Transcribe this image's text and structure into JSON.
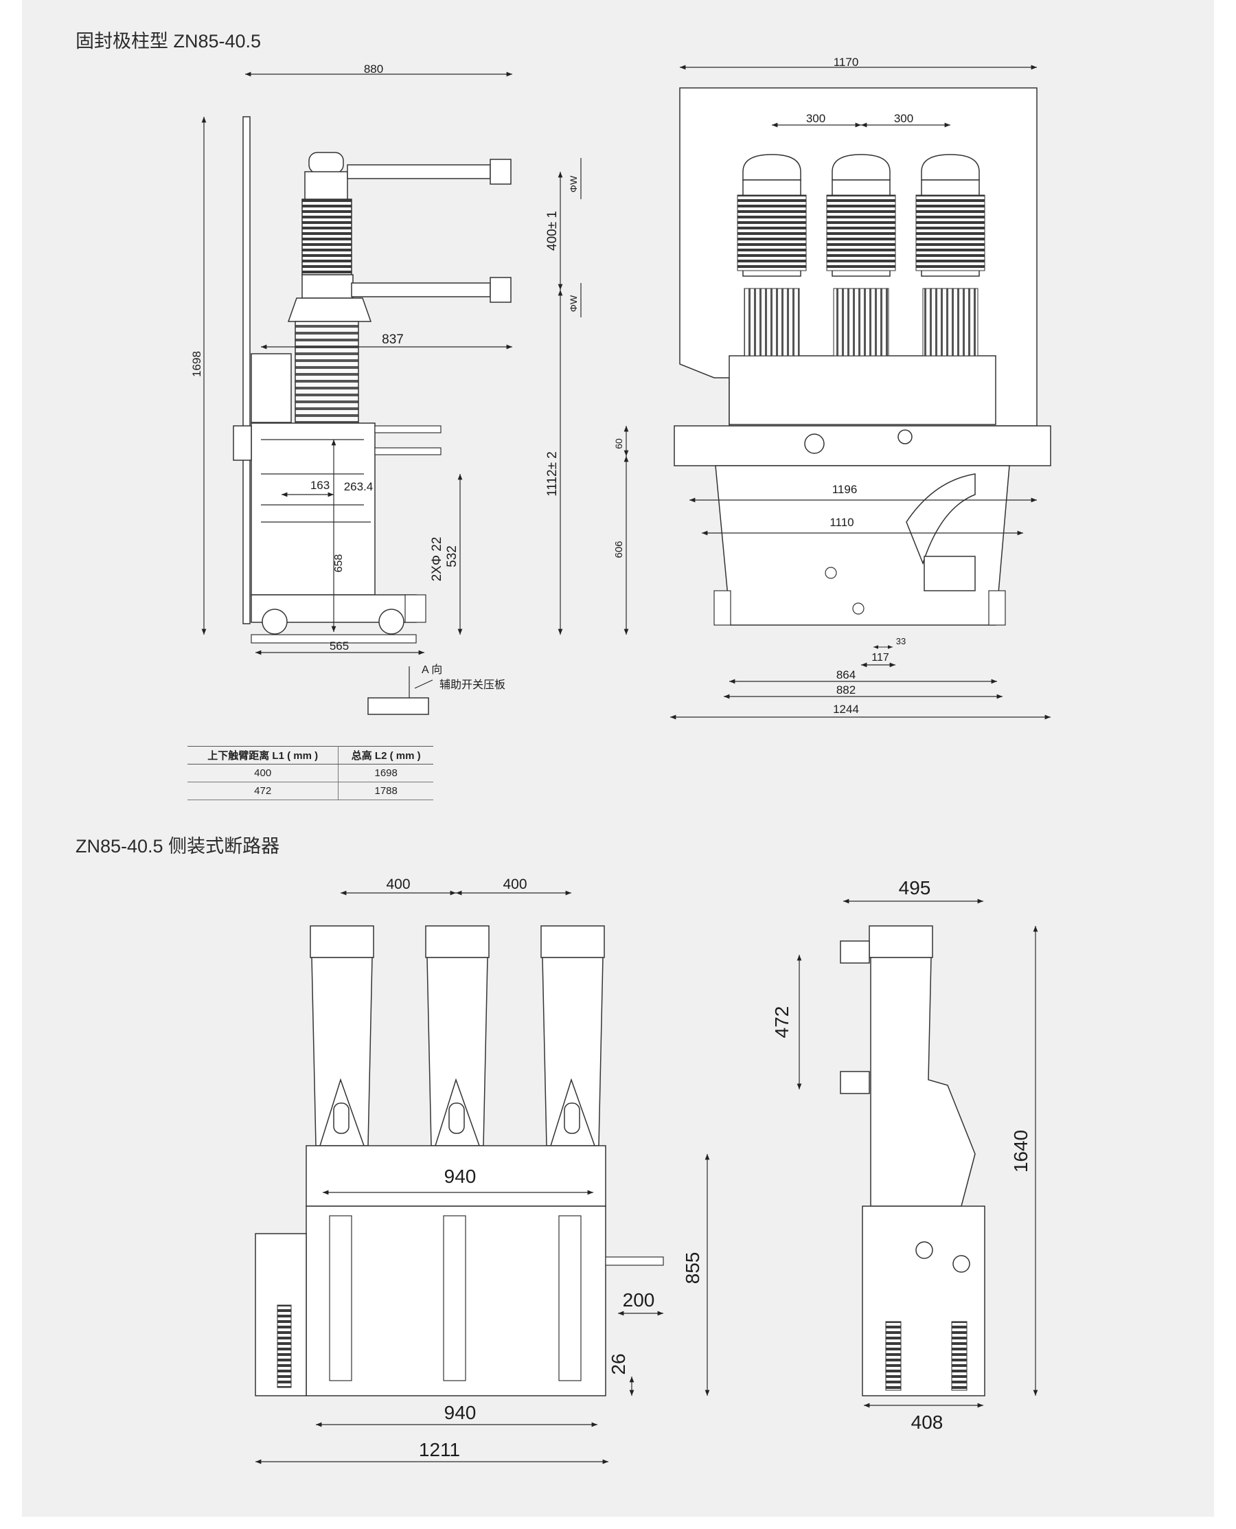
{
  "headings": {
    "top": "固封极柱型 ZN85-40.5",
    "bottom": "ZN85-40.5 侧装式断路器"
  },
  "diagram1_side": {
    "dims": {
      "width_880": "880",
      "height_1698": "1698",
      "arm_837": "837",
      "spacing_400": "400± 1",
      "height_1112": "1112± 2",
      "d163": "163",
      "d263": "263.4",
      "d658": "658",
      "d532": "532",
      "hole": "2XΦ 22",
      "base_565": "565",
      "phi_top": "ΦW",
      "phi_bottom": "ΦW"
    },
    "view_label": "A 向",
    "callout": "辅助开关压板"
  },
  "diagram1_front": {
    "dims": {
      "width_1170": "1170",
      "pitch_left": "300",
      "pitch_right": "300",
      "d60": "60",
      "d606": "606",
      "d1196": "1196",
      "d1110": "1110",
      "d33": "33",
      "d117": "117",
      "d864": "864",
      "d882": "882",
      "d1244": "1244"
    }
  },
  "table": {
    "headers": [
      "上下触臂距离 L1 ( mm )",
      "总高 L2 (  mm )"
    ],
    "rows": [
      [
        "400",
        "1698"
      ],
      [
        "472",
        "1788"
      ]
    ]
  },
  "diagram2_front": {
    "dims": {
      "pitch_left": "400",
      "pitch_right": "400",
      "width_940_top": "940",
      "height_855": "855",
      "d200": "200",
      "d26": "26",
      "width_940_bottom": "940",
      "width_1211": "1211"
    }
  },
  "diagram2_side": {
    "dims": {
      "width_495": "495",
      "spacing_472": "472",
      "height_1640": "1640",
      "width_408": "408"
    }
  }
}
